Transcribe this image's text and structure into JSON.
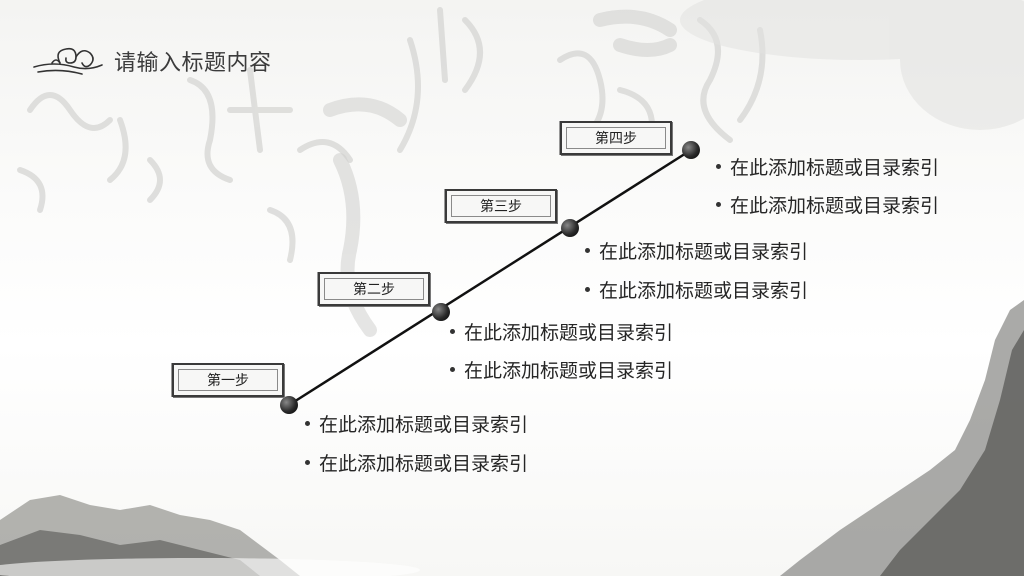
{
  "title": "请输入标题内容",
  "steps": [
    {
      "label": "第一步",
      "items": [
        "在此添加标题或目录索引",
        "在此添加标题或目录索引"
      ]
    },
    {
      "label": "第二步",
      "items": [
        "在此添加标题或目录索引",
        "在此添加标题或目录索引"
      ]
    },
    {
      "label": "第三步",
      "items": [
        "在此添加标题或目录索引",
        "在此添加标题或目录索引"
      ]
    },
    {
      "label": "第四步",
      "items": [
        "在此添加标题或目录索引",
        "在此添加标题或目录索引"
      ]
    }
  ],
  "colors": {
    "line": "#111111",
    "text": "#262626",
    "title": "#3c3c3c"
  }
}
